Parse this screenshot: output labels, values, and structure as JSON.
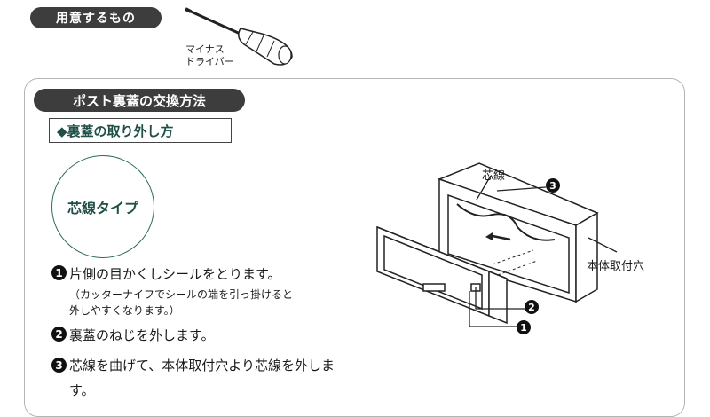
{
  "header": {
    "tools_label": "用意するもの",
    "tool_line1": "マイナス",
    "tool_line2": "ドライバー"
  },
  "section": {
    "title": "ポスト裏蓋の交換方法",
    "subtitle": "◆裏蓋の取り外し方",
    "type_label": "芯線タイプ"
  },
  "steps": [
    {
      "num": "1",
      "text": "片側の目かくしシールをとります。",
      "note_line1": "（カッターナイフでシールの端を引っ掛けると",
      "note_line2": "外しやすくなります。）"
    },
    {
      "num": "2",
      "text": "裏蓋のねじを外します。"
    },
    {
      "num": "3",
      "text": "芯線を曲げて、本体取付穴より芯線を外します。"
    }
  ],
  "diagram": {
    "core_label": "芯線",
    "hole_label": "本体取付穴",
    "num1": "1",
    "num2": "2",
    "num3": "3"
  }
}
